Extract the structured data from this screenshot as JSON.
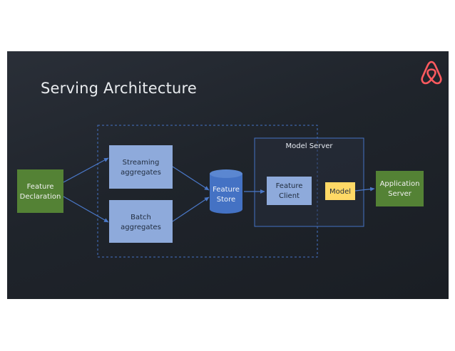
{
  "slide": {
    "title": "Serving Architecture",
    "logo_icon": "airbnb-logo-icon",
    "background_color": "#22272e",
    "accent_color": "#ff5a5f"
  },
  "nodes": {
    "feature_declaration": {
      "line1": "Feature",
      "line2": "Declaration",
      "color": "#548235"
    },
    "streaming_aggregates": {
      "line1": "Streaming",
      "line2": "aggregates",
      "color": "#8eaadb"
    },
    "batch_aggregates": {
      "line1": "Batch",
      "line2": "aggregates",
      "color": "#8eaadb"
    },
    "feature_store": {
      "line1": "Feature",
      "line2": "Store",
      "color": "#4472c4"
    },
    "model_server": {
      "label": "Model Server"
    },
    "feature_client": {
      "line1": "Feature",
      "line2": "Client",
      "color": "#8eaadb"
    },
    "model": {
      "label": "Model",
      "color": "#ffd966"
    },
    "application_server": {
      "line1": "Application",
      "line2": "Server",
      "color": "#548235"
    }
  },
  "edges": [
    {
      "from": "feature_declaration",
      "to": "streaming_aggregates"
    },
    {
      "from": "feature_declaration",
      "to": "batch_aggregates"
    },
    {
      "from": "streaming_aggregates",
      "to": "feature_store"
    },
    {
      "from": "batch_aggregates",
      "to": "feature_store"
    },
    {
      "from": "feature_store",
      "to": "feature_client"
    },
    {
      "from": "model",
      "to": "application_server"
    }
  ]
}
